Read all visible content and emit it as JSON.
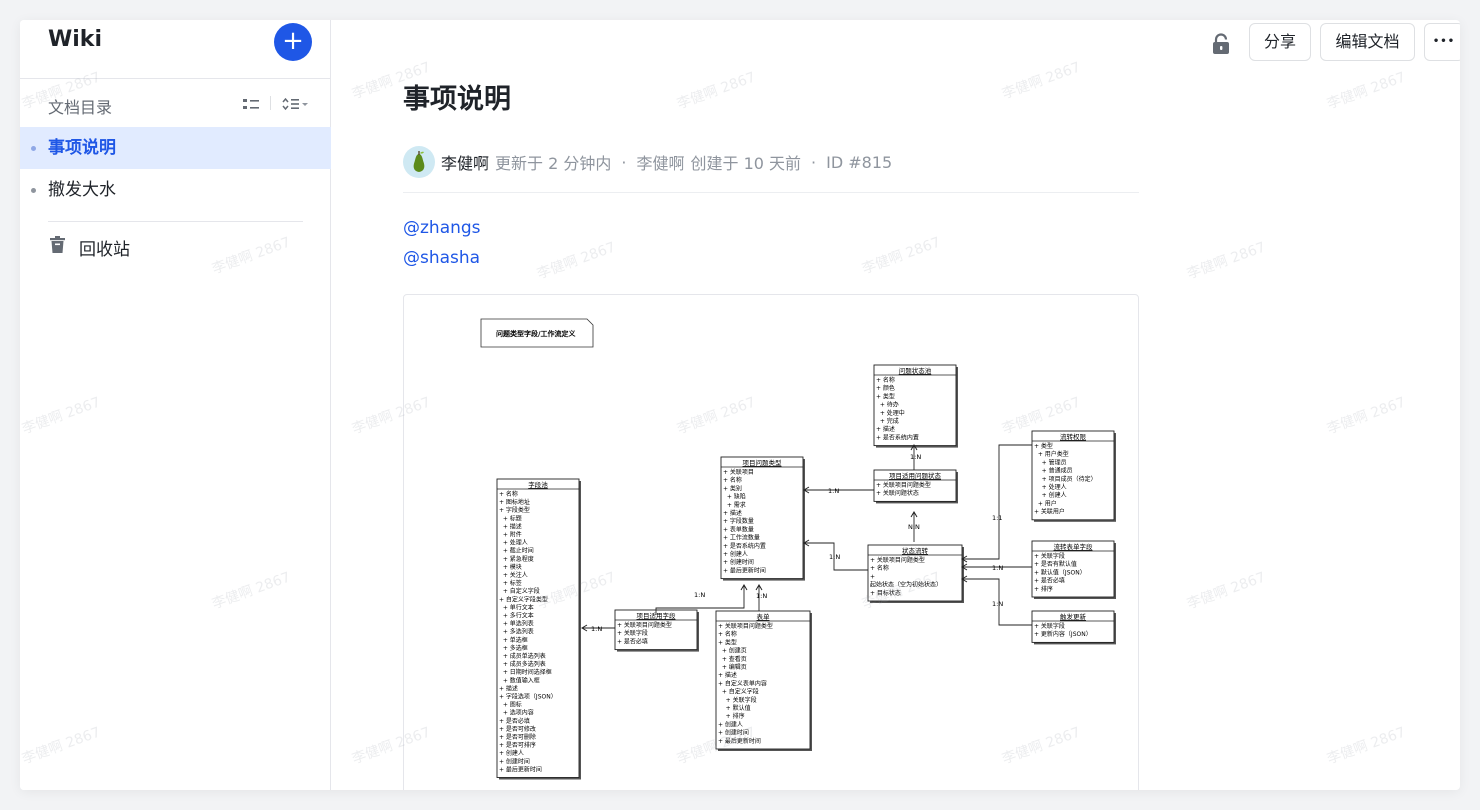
{
  "app": {
    "title": "Wiki",
    "add_icon": "plus-icon"
  },
  "sidebar": {
    "toc_label": "文档目录",
    "items": [
      {
        "label": "事项说明",
        "active": true
      },
      {
        "label": "撤发大水",
        "active": false
      }
    ],
    "trash_label": "回收站"
  },
  "toolbar": {
    "share_label": "分享",
    "edit_label": "编辑文档",
    "more_label": "•••"
  },
  "document": {
    "title": "事项说明",
    "meta": {
      "author": "李健啊",
      "updated": "更新于 2 分钟内",
      "sep": "·",
      "creator": "李健啊",
      "created": "创建于 10 天前",
      "id": "ID #815"
    },
    "mentions": [
      "@zhangs",
      "@shasha"
    ]
  },
  "watermark": "李健啊 2867",
  "diagram": {
    "note": "问题类型字段/工作流定义",
    "boxes": [
      {
        "key": "status_pool",
        "title": "问题状态池",
        "lines": [
          "+ 名称",
          "+ 颜色",
          "+ 类型",
          "  + 待办",
          "  + 处理中",
          "  + 完成",
          "+ 描述",
          "+ 是否系统内置"
        ]
      },
      {
        "key": "flow_perm",
        "title": "流转权限",
        "lines": [
          "+ 类型",
          "  + 用户类型",
          "    + 管理员",
          "    + 普通成员",
          "    + 项目成员（待定）",
          "    + 处理人",
          "    + 创建人",
          "  + 用户",
          "+ 关联用户"
        ]
      },
      {
        "key": "proj_issue_status",
        "title": "项目适用问题状态",
        "lines": [
          "+ 关联项目问题类型",
          "+ 关联问题状态"
        ]
      },
      {
        "key": "proj_issue_type",
        "title": "项目问题类型",
        "lines": [
          "+ 关联项目",
          "+ 名称",
          "+ 类别",
          "  + 缺陷",
          "  + 需求",
          "+ 描述",
          "+ 字段数量",
          "+ 表单数量",
          "+ 工作流数量",
          "+ 是否系统内置",
          "+ 创建人",
          "+ 创建时间",
          "+ 最后更新时间"
        ]
      },
      {
        "key": "field_pool",
        "title": "字段池",
        "lines": [
          "+ 名称",
          "+ 图标地址",
          "+ 字段类型",
          "  + 标题",
          "  + 描述",
          "  + 附件",
          "  + 处理人",
          "  + 截止时间",
          "  + 紧急程度",
          "  + 模块",
          "  + 关注人",
          "  + 标签",
          "  + 自定义字段",
          "+ 自定义字段类型",
          "  + 单行文本",
          "  + 多行文本",
          "  + 单选列表",
          "  + 多选列表",
          "  + 单选框",
          "  + 多选框",
          "  + 成员单选列表",
          "  + 成员多选列表",
          "  + 日期时间选择框",
          "  + 数值输入框",
          "+ 描述",
          "+ 字段选项（JSON）",
          "  + 图标",
          "  + 选项内容",
          "+ 是否必填",
          "+ 是否可修改",
          "+ 是否可删除",
          "+ 是否可排序",
          "+ 创建人",
          "+ 创建时间",
          "+ 最后更新时间"
        ]
      },
      {
        "key": "state_flow",
        "title": "状态流转",
        "lines": [
          "+ 关联项目问题类型",
          "+ 名称",
          "+",
          "起始状态（空为初始状态）",
          "+ 目标状态"
        ]
      },
      {
        "key": "flow_form",
        "title": "流转表单字段",
        "lines": [
          "+ 关联字段",
          "+ 是否有默认值",
          "+ 默认值（JSON）",
          "+ 是否必填",
          "+ 排序"
        ]
      },
      {
        "key": "proj_field",
        "title": "项目适用字段",
        "lines": [
          "+ 关联项目问题类型",
          "+ 关联字段",
          "+ 是否必填"
        ]
      },
      {
        "key": "form",
        "title": "表单",
        "lines": [
          "+ 关联项目问题类型",
          "+ 名称",
          "+ 类型",
          "  + 创建页",
          "  + 查看页",
          "  + 编辑页",
          "+ 描述",
          "+ 自定义表单内容",
          "  + 自定义字段",
          "    + 关联字段",
          "    + 默认值",
          "    + 排序",
          "+ 创建人",
          "+ 创建时间",
          "+ 最后更新时间"
        ]
      },
      {
        "key": "trigger",
        "title": "触发更新",
        "lines": [
          "+ 关联字段",
          "+ 更新内容（JSON）"
        ]
      }
    ],
    "edge_labels": [
      "1:N",
      "1:N",
      "N:N",
      "1:N",
      "1:1",
      "1:N",
      "1:N",
      "1:N",
      "1:N",
      "1:N"
    ]
  }
}
